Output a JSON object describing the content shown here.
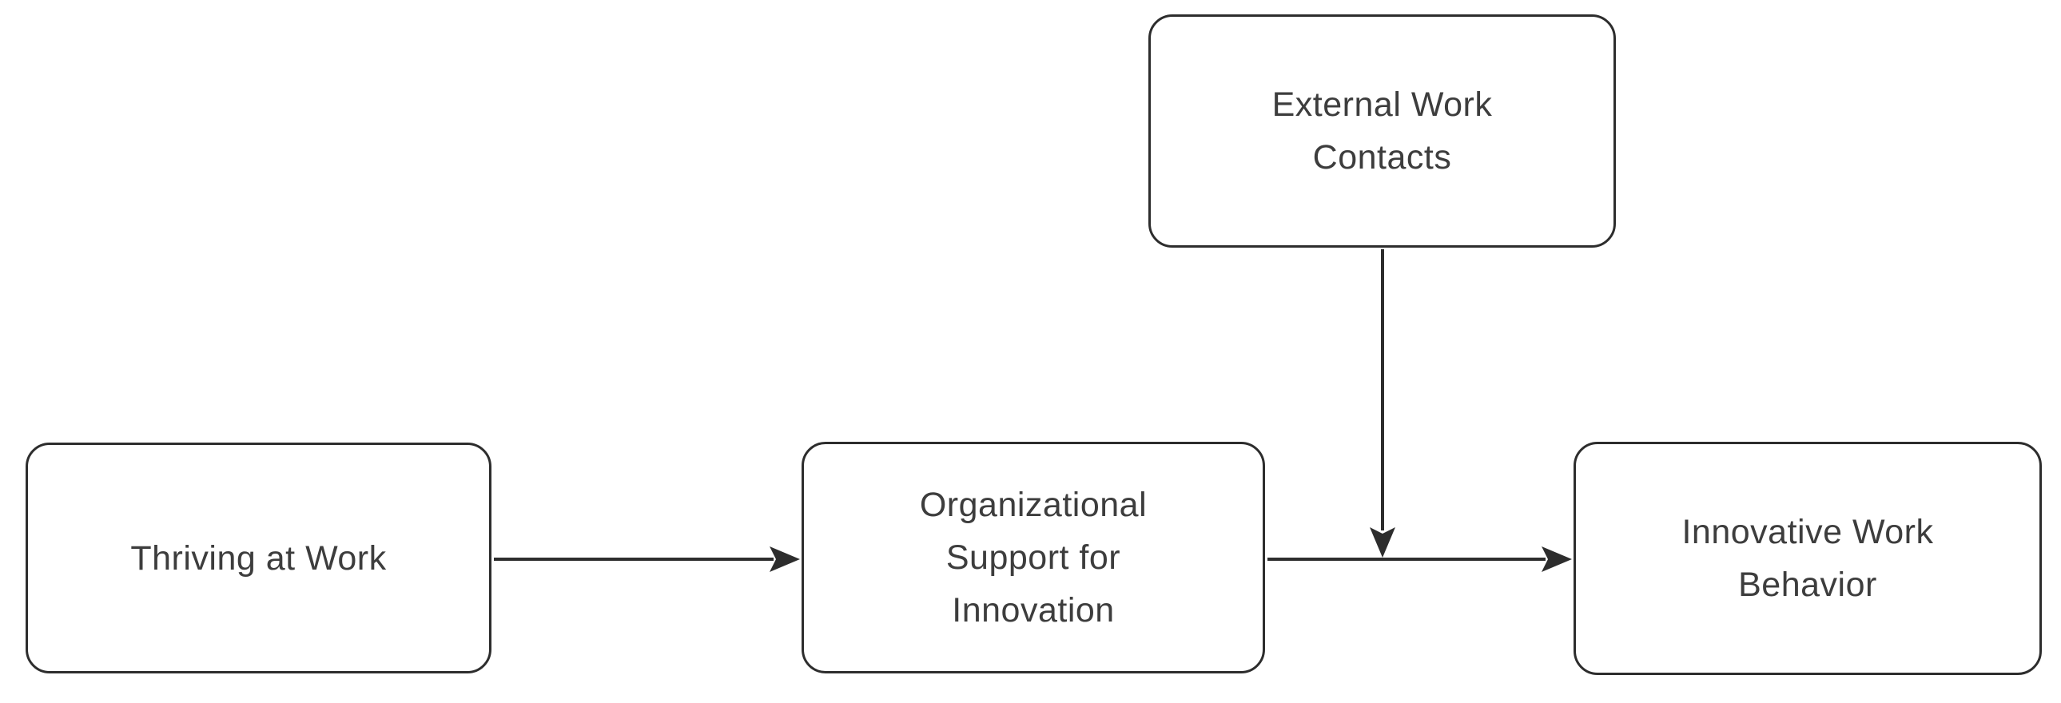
{
  "figure": {
    "type": "conceptual-model-diagram",
    "background_color": "#ffffff",
    "stroke_color": "#2d2d2d",
    "text_color": "#3d3d3d",
    "nodes": {
      "external": {
        "label": "External Work\nContacts"
      },
      "thriving": {
        "label": "Thriving at Work"
      },
      "support": {
        "label": "Organizational\nSupport for\nInnovation"
      },
      "innovative": {
        "label": "Innovative Work\nBehavior"
      }
    },
    "edges": [
      {
        "from": "Thriving at Work",
        "to": "Organizational Support for Innovation",
        "style": "solid-arrow"
      },
      {
        "from": "Organizational Support for Innovation",
        "to": "Innovative Work Behavior",
        "style": "solid-arrow"
      },
      {
        "from": "External Work Contacts",
        "to": "arrow between Organizational Support for Innovation and Innovative Work Behavior",
        "style": "solid-arrow-moderation"
      }
    ]
  }
}
